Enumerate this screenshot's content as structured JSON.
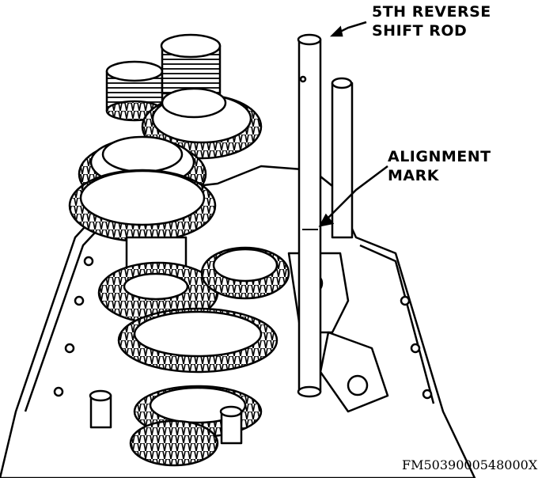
{
  "callouts": {
    "shift_rod": {
      "line1": "5TH REVERSE",
      "line2": "SHIFT ROD"
    },
    "alignment_mark": {
      "line1": "ALIGNMENT",
      "line2": "MARK"
    }
  },
  "figure_id": "FM5039000548000X",
  "colors": {
    "ink": "#000000",
    "paper": "#ffffff"
  }
}
